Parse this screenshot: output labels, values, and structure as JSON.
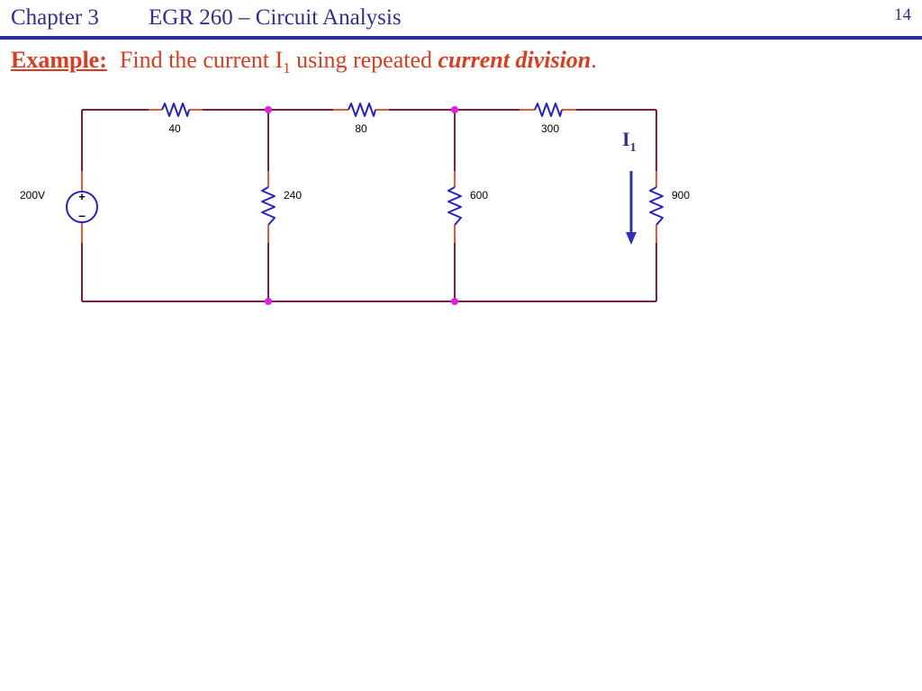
{
  "header": {
    "chapter": "Chapter 3",
    "course": "EGR 260 – Circuit Analysis",
    "page_number": "14"
  },
  "problem": {
    "label": "Example:",
    "text_before": "Find the current I",
    "subscript": "1",
    "text_middle": " using repeated ",
    "emphasis": "current division",
    "text_after": "."
  },
  "circuit": {
    "source": {
      "label": "200V",
      "plus": "+",
      "minus": "–"
    },
    "resistors": {
      "r40": "40",
      "r80": "80",
      "r300": "300",
      "r240": "240",
      "r600": "600",
      "r900": "900"
    },
    "current_label": {
      "main": "I",
      "sub": "1"
    }
  },
  "colors": {
    "header": "#2e2e9a",
    "accent": "#e03a1e",
    "wire": "#7a1f4a",
    "resistor": "#2222cc",
    "node": "#e020e0",
    "arrow": "#2e2ec0"
  }
}
